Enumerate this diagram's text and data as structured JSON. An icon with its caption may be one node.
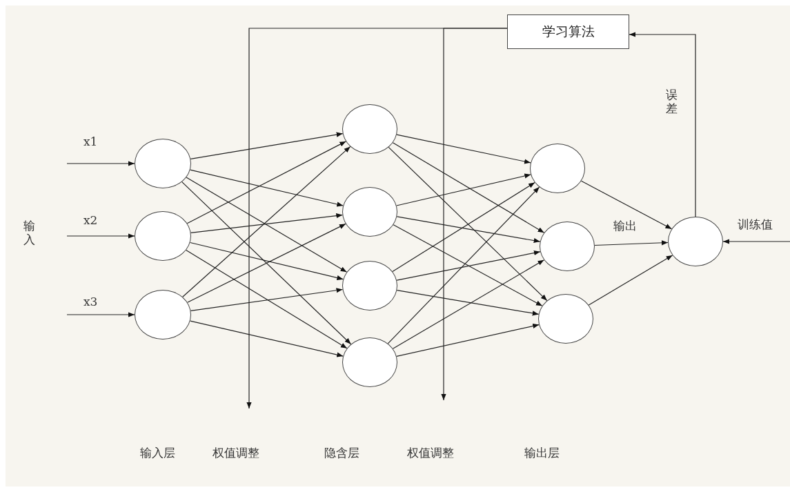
{
  "diagram": {
    "nodes": [
      {
        "text": [
          "学习算法"
        ]
      },
      {
        "text": [],
        "shape": "circle"
      },
      {
        "text": [],
        "shape": "circle"
      },
      {
        "text": [],
        "shape": "circle"
      },
      {
        "text": [],
        "shape": "circle"
      },
      {
        "text": [],
        "shape": "circle"
      },
      {
        "text": [],
        "shape": "circle"
      },
      {
        "text": [],
        "shape": "circle"
      },
      {
        "text": [],
        "shape": "circle"
      },
      {
        "text": [],
        "shape": "circle"
      },
      {
        "text": [],
        "shape": "circle"
      },
      {
        "text": [],
        "shape": "circle"
      }
    ],
    "edges": [
      {
        "from": null,
        "to": 1,
        "arrow": "to",
        "label": "x1"
      },
      {
        "from": null,
        "to": 2,
        "arrow": "to",
        "label": "x2"
      },
      {
        "from": null,
        "to": 3,
        "arrow": "to",
        "label": "x3"
      },
      {
        "from": 1,
        "to": 4,
        "arrow": "to"
      },
      {
        "from": 1,
        "to": 5,
        "arrow": "to"
      },
      {
        "from": 1,
        "to": 6,
        "arrow": "to"
      },
      {
        "from": 1,
        "to": 7,
        "arrow": "to"
      },
      {
        "from": 2,
        "to": 4,
        "arrow": "to"
      },
      {
        "from": 2,
        "to": 5,
        "arrow": "to"
      },
      {
        "from": 2,
        "to": 6,
        "arrow": "to"
      },
      {
        "from": 2,
        "to": 7,
        "arrow": "to"
      },
      {
        "from": 3,
        "to": 4,
        "arrow": "to"
      },
      {
        "from": 3,
        "to": 5,
        "arrow": "to"
      },
      {
        "from": 3,
        "to": 6,
        "arrow": "to"
      },
      {
        "from": 3,
        "to": 7,
        "arrow": "to"
      },
      {
        "from": 4,
        "to": 8,
        "arrow": "to"
      },
      {
        "from": 4,
        "to": 9,
        "arrow": "to"
      },
      {
        "from": 4,
        "to": 10,
        "arrow": "to"
      },
      {
        "from": 5,
        "to": 8,
        "arrow": "to"
      },
      {
        "from": 5,
        "to": 9,
        "arrow": "to"
      },
      {
        "from": 5,
        "to": 10,
        "arrow": "to"
      },
      {
        "from": 6,
        "to": 8,
        "arrow": "to"
      },
      {
        "from": 6,
        "to": 9,
        "arrow": "to"
      },
      {
        "from": 6,
        "to": 10,
        "arrow": "to"
      },
      {
        "from": 7,
        "to": 8,
        "arrow": "to"
      },
      {
        "from": 7,
        "to": 9,
        "arrow": "to"
      },
      {
        "from": 7,
        "to": 10,
        "arrow": "to"
      },
      {
        "from": 8,
        "to": 11,
        "arrow": "to"
      },
      {
        "from": 9,
        "to": 11,
        "arrow": "to",
        "label": "输出"
      },
      {
        "from": 10,
        "to": 11,
        "arrow": "to"
      },
      {
        "from": 11,
        "to": 0,
        "arrow": "to",
        "label": "误差"
      },
      {
        "from": null,
        "to": 11,
        "arrow": "to",
        "label": "训练值"
      },
      {
        "from": 0,
        "to": null,
        "arrow": "to"
      },
      {
        "from": 0,
        "to": null,
        "arrow": "to"
      }
    ],
    "labels": [
      "输入",
      "输入层",
      "权值调整",
      "隐含层",
      "权值调整",
      "输出层"
    ]
  }
}
